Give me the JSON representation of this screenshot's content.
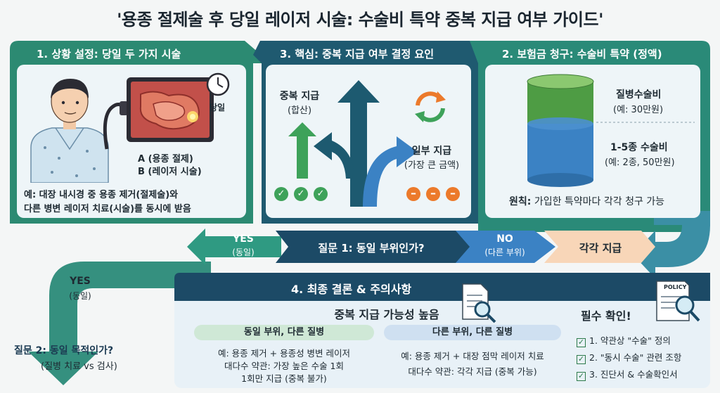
{
  "title": "'용종 절제술 후 당일 레이저 시술: 수술비 특약 중복 지급 여부 가이드'",
  "panel1": {
    "title": "1. 상황 설정: 당일 두 가지 시술",
    "day_label": "당일",
    "a_label": "A (용종 절제)",
    "b_label": "B (레이저 시술)",
    "desc_line1": "예: 대장 내시경 중 용종 제거(절제술)와",
    "desc_line2": "다른 병변 레이저 치료(시술)를 동시에 받음"
  },
  "panel3": {
    "title": "3. 핵심: 중복 지급 여부 결정 요인",
    "dup_label": "중복 지급",
    "dup_sub": "(합산)",
    "part_label": "일부 지급",
    "part_sub": "(가장 큰 금액)"
  },
  "panel2": {
    "title": "2. 보험금 청구: 수술비 특약 (정액)",
    "disease_label": "질병수술비",
    "disease_example": "(예: 30만원)",
    "class_label": "1-5종 수술비",
    "class_example": "(예: 2종, 50만원)",
    "principle_bold": "원칙:",
    "principle_text": "가입한 특약마다 각각 청구 가능"
  },
  "flow": {
    "question1": "질문 1: 동일 부위인가?",
    "yes1": "YES",
    "yes1_sub": "(동일)",
    "no1": "NO",
    "no1_sub": "(다른 부위)",
    "each_pay": "각각 지급",
    "yes2": "YES",
    "yes2_sub": "(동일)",
    "question2": "질문 2: 동일 목적인가?",
    "question2_sub": "(질병 치료 vs 검사)"
  },
  "panel4": {
    "title": "4. 최종 결론 & 주의사항",
    "headline": "중복 지급 가능성 높음",
    "left_pill": "동일 부위, 다른 질병",
    "left_line1": "예: 용종 제거 + 용종성 병변 레이저",
    "left_line2": "대다수 약관: 가장 높은 수술 1회",
    "left_line3": "1회만 지급 (중복 불가)",
    "right_pill": "다른 부위, 다른 질병",
    "right_line1": "예: 용종 제거 + 대장 점막 레이저 치료",
    "right_line2": "대다수 약관: 각각 지급 (중복 가능)",
    "policy_label": "POLICY",
    "must_title": "필수 확인!",
    "must_items": [
      "1. 약관상 \"수술\" 정의",
      "2. \"동시 수술\" 관련 조항",
      "3. 진단서 & 수술확인서"
    ]
  },
  "colors": {
    "teal_dark": "#1d6b62",
    "teal": "#2a8a78",
    "navy": "#1c4a66",
    "blue": "#3b82c4",
    "orange": "#ec7a2b",
    "green_check": "#3ea25a",
    "peach": "#f8d6b8"
  }
}
